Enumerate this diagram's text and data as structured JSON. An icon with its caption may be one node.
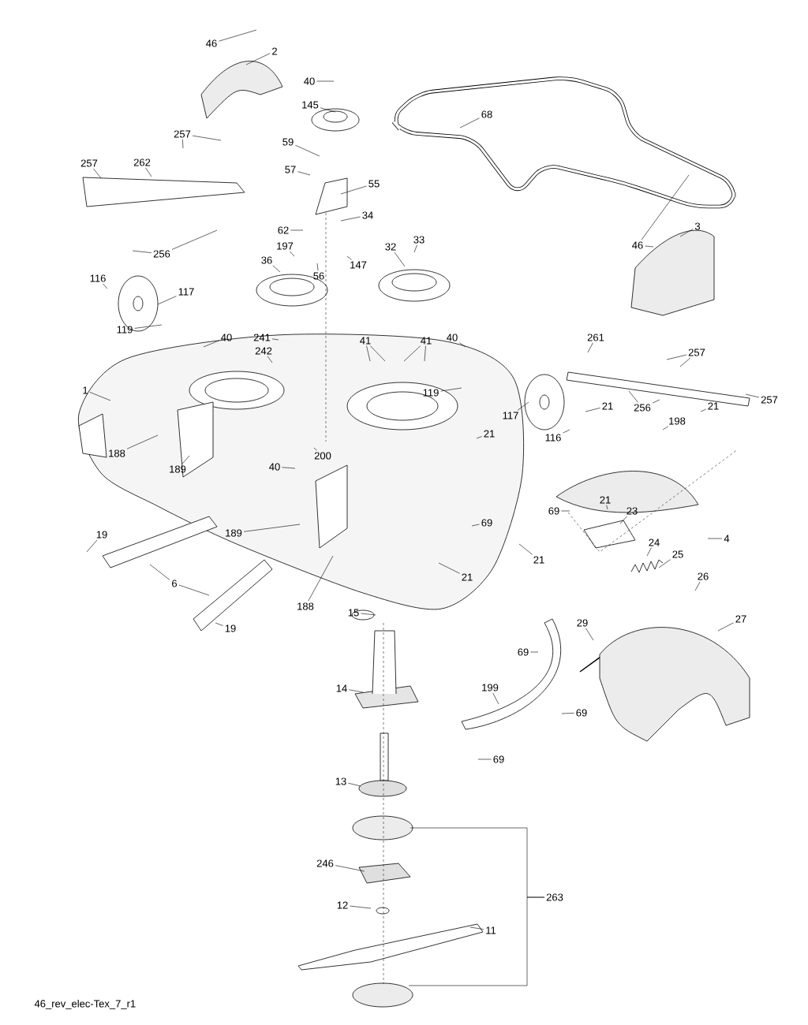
{
  "diagram": {
    "nodes": [
      {
        "text": [
          "46"
        ]
      },
      {
        "text": [
          "2"
        ]
      },
      {
        "text": [
          "40"
        ]
      },
      {
        "text": [
          "145"
        ]
      },
      {
        "text": [
          "59"
        ]
      },
      {
        "text": [
          "68"
        ]
      },
      {
        "text": [
          "257"
        ]
      },
      {
        "text": [
          "257"
        ]
      },
      {
        "text": [
          "262"
        ]
      },
      {
        "text": [
          "57"
        ]
      },
      {
        "text": [
          "55"
        ]
      },
      {
        "text": [
          "62"
        ]
      },
      {
        "text": [
          "34"
        ]
      },
      {
        "text": [
          "256"
        ]
      },
      {
        "text": [
          "197"
        ]
      },
      {
        "text": [
          "33"
        ]
      },
      {
        "text": [
          "32"
        ]
      },
      {
        "text": [
          "36"
        ]
      },
      {
        "text": [
          "147"
        ]
      },
      {
        "text": [
          "46"
        ]
      },
      {
        "text": [
          "3"
        ]
      },
      {
        "text": [
          "56"
        ]
      },
      {
        "text": [
          "116"
        ]
      },
      {
        "text": [
          "117"
        ]
      },
      {
        "text": [
          "119"
        ]
      },
      {
        "text": [
          "40"
        ]
      },
      {
        "text": [
          "241"
        ]
      },
      {
        "text": [
          "242"
        ]
      },
      {
        "text": [
          "41"
        ]
      },
      {
        "text": [
          "41"
        ]
      },
      {
        "text": [
          "40"
        ]
      },
      {
        "text": [
          "261"
        ]
      },
      {
        "text": [
          "257"
        ]
      },
      {
        "text": [
          "119"
        ]
      },
      {
        "text": [
          "1"
        ]
      },
      {
        "text": [
          "117"
        ]
      },
      {
        "text": [
          "257"
        ]
      },
      {
        "text": [
          "256"
        ]
      },
      {
        "text": [
          "21"
        ]
      },
      {
        "text": [
          "21"
        ]
      },
      {
        "text": [
          "21"
        ]
      },
      {
        "text": [
          "198"
        ]
      },
      {
        "text": [
          "116"
        ]
      },
      {
        "text": [
          "188"
        ]
      },
      {
        "text": [
          "189"
        ]
      },
      {
        "text": [
          "40"
        ]
      },
      {
        "text": [
          "200"
        ]
      },
      {
        "text": [
          "69"
        ]
      },
      {
        "text": [
          "21"
        ]
      },
      {
        "text": [
          "23"
        ]
      },
      {
        "text": [
          "69"
        ]
      },
      {
        "text": [
          "4"
        ]
      },
      {
        "text": [
          "19"
        ]
      },
      {
        "text": [
          "189"
        ]
      },
      {
        "text": [
          "24"
        ]
      },
      {
        "text": [
          "25"
        ]
      },
      {
        "text": [
          "21"
        ]
      },
      {
        "text": [
          "6"
        ]
      },
      {
        "text": [
          "188"
        ]
      },
      {
        "text": [
          "21"
        ]
      },
      {
        "text": [
          "26"
        ]
      },
      {
        "text": [
          "19"
        ]
      },
      {
        "text": [
          "15"
        ]
      },
      {
        "text": [
          "29"
        ]
      },
      {
        "text": [
          "27"
        ]
      },
      {
        "text": [
          "69"
        ]
      },
      {
        "text": [
          "14"
        ]
      },
      {
        "text": [
          "199"
        ]
      },
      {
        "text": [
          "69"
        ]
      },
      {
        "text": [
          "69"
        ]
      },
      {
        "text": [
          "13"
        ]
      },
      {
        "text": [
          "246"
        ]
      },
      {
        "text": [
          "12"
        ]
      },
      {
        "text": [
          "11"
        ]
      },
      {
        "text": [
          "263"
        ]
      }
    ],
    "edges": [
      {
        "from": 0,
        "to": null,
        "arrow": "none"
      },
      {
        "from": 1,
        "to": null,
        "arrow": "none"
      },
      {
        "from": 2,
        "to": null,
        "arrow": "none"
      },
      {
        "from": 3,
        "to": null,
        "arrow": "none"
      },
      {
        "from": 4,
        "to": null,
        "arrow": "none"
      },
      {
        "from": 5,
        "to": null,
        "arrow": "none"
      },
      {
        "from": 6,
        "to": null,
        "arrow": "none"
      },
      {
        "from": 6,
        "to": null,
        "arrow": "none"
      },
      {
        "from": 7,
        "to": null,
        "arrow": "none"
      },
      {
        "from": 8,
        "to": null,
        "arrow": "none"
      },
      {
        "from": 9,
        "to": null,
        "arrow": "none"
      },
      {
        "from": 10,
        "to": null,
        "arrow": "none"
      },
      {
        "from": 11,
        "to": null,
        "arrow": "none"
      },
      {
        "from": 12,
        "to": null,
        "arrow": "none"
      },
      {
        "from": 13,
        "to": null,
        "arrow": "none"
      },
      {
        "from": 13,
        "to": null,
        "arrow": "none"
      },
      {
        "from": 14,
        "to": null,
        "arrow": "none"
      },
      {
        "from": 15,
        "to": null,
        "arrow": "none"
      },
      {
        "from": 16,
        "to": null,
        "arrow": "none"
      },
      {
        "from": 17,
        "to": null,
        "arrow": "none"
      },
      {
        "from": 18,
        "to": null,
        "arrow": "none"
      },
      {
        "from": 19,
        "to": null,
        "arrow": "none"
      },
      {
        "from": 19,
        "to": null,
        "arrow": "none"
      },
      {
        "from": 20,
        "to": null,
        "arrow": "none"
      },
      {
        "from": 21,
        "to": null,
        "arrow": "none"
      },
      {
        "from": 22,
        "to": null,
        "arrow": "none"
      },
      {
        "from": 23,
        "to": null,
        "arrow": "none"
      },
      {
        "from": 24,
        "to": null,
        "arrow": "none"
      },
      {
        "from": 25,
        "to": null,
        "arrow": "none"
      },
      {
        "from": 26,
        "to": null,
        "arrow": "none"
      },
      {
        "from": 27,
        "to": null,
        "arrow": "none"
      },
      {
        "from": 28,
        "to": null,
        "arrow": "none"
      },
      {
        "from": 28,
        "to": null,
        "arrow": "none"
      },
      {
        "from": 29,
        "to": null,
        "arrow": "none"
      },
      {
        "from": 29,
        "to": null,
        "arrow": "none"
      },
      {
        "from": 30,
        "to": null,
        "arrow": "none"
      },
      {
        "from": 31,
        "to": null,
        "arrow": "none"
      },
      {
        "from": 32,
        "to": null,
        "arrow": "none"
      },
      {
        "from": 32,
        "to": null,
        "arrow": "none"
      },
      {
        "from": 33,
        "to": null,
        "arrow": "none"
      },
      {
        "from": 34,
        "to": null,
        "arrow": "none"
      },
      {
        "from": 35,
        "to": null,
        "arrow": "none"
      },
      {
        "from": 36,
        "to": null,
        "arrow": "none"
      },
      {
        "from": 37,
        "to": null,
        "arrow": "none"
      },
      {
        "from": 37,
        "to": null,
        "arrow": "none"
      },
      {
        "from": 38,
        "to": null,
        "arrow": "none"
      },
      {
        "from": 39,
        "to": null,
        "arrow": "none"
      },
      {
        "from": 40,
        "to": null,
        "arrow": "none"
      },
      {
        "from": 41,
        "to": null,
        "arrow": "none"
      },
      {
        "from": 42,
        "to": null,
        "arrow": "none"
      },
      {
        "from": 43,
        "to": null,
        "arrow": "none"
      },
      {
        "from": 44,
        "to": null,
        "arrow": "none"
      },
      {
        "from": 45,
        "to": null,
        "arrow": "none"
      },
      {
        "from": 46,
        "to": null,
        "arrow": "none"
      },
      {
        "from": 47,
        "to": null,
        "arrow": "none"
      },
      {
        "from": 48,
        "to": null,
        "arrow": "none"
      },
      {
        "from": 49,
        "to": null,
        "arrow": "none"
      },
      {
        "from": 50,
        "to": null,
        "arrow": "none"
      },
      {
        "from": 51,
        "to": null,
        "arrow": "none"
      },
      {
        "from": 52,
        "to": null,
        "arrow": "none"
      },
      {
        "from": 53,
        "to": null,
        "arrow": "none"
      },
      {
        "from": 54,
        "to": null,
        "arrow": "none"
      },
      {
        "from": 55,
        "to": null,
        "arrow": "none"
      },
      {
        "from": 56,
        "to": null,
        "arrow": "none"
      },
      {
        "from": 57,
        "to": null,
        "arrow": "none"
      },
      {
        "from": 57,
        "to": null,
        "arrow": "none"
      },
      {
        "from": 58,
        "to": null,
        "arrow": "none"
      },
      {
        "from": 59,
        "to": null,
        "arrow": "none"
      },
      {
        "from": 60,
        "to": null,
        "arrow": "none"
      },
      {
        "from": 61,
        "to": null,
        "arrow": "none"
      },
      {
        "from": 62,
        "to": null,
        "arrow": "none"
      },
      {
        "from": 63,
        "to": null,
        "arrow": "none"
      },
      {
        "from": 64,
        "to": null,
        "arrow": "none"
      },
      {
        "from": 65,
        "to": null,
        "arrow": "none"
      },
      {
        "from": 66,
        "to": null,
        "arrow": "none"
      },
      {
        "from": 67,
        "to": null,
        "arrow": "none"
      },
      {
        "from": 68,
        "to": null,
        "arrow": "none"
      },
      {
        "from": 69,
        "to": null,
        "arrow": "none"
      },
      {
        "from": 70,
        "to": null,
        "arrow": "none"
      },
      {
        "from": 71,
        "to": null,
        "arrow": "none"
      },
      {
        "from": 72,
        "to": null,
        "arrow": "none"
      },
      {
        "from": 73,
        "to": null,
        "arrow": "none"
      },
      {
        "from": 74,
        "to": null,
        "arrow": "none"
      },
      {
        "from": 74,
        "to": null,
        "arrow": "none"
      }
    ],
    "labels": [
      "46_rev_elec-Tex_7_r1"
    ]
  }
}
